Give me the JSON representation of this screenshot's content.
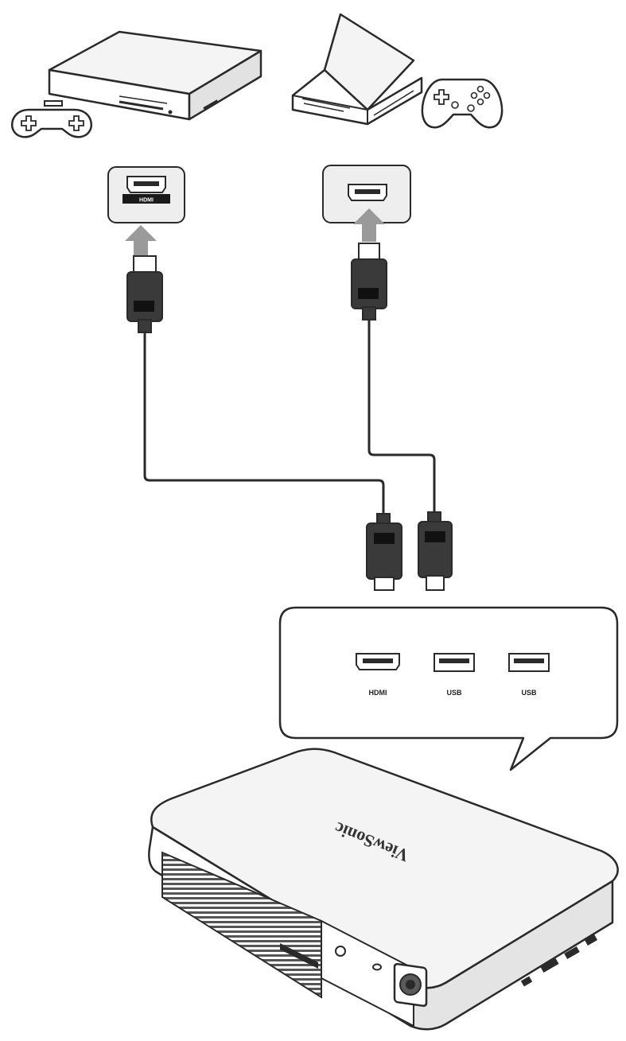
{
  "colors": {
    "outline": "#2a2a2a",
    "plug_dark": "#3a3a3a",
    "arrow": "#9a9a9a",
    "port_box_fill": "#eeeeee",
    "device_fill": "#f4f4f4"
  },
  "source_devices": [
    {
      "name": "game-console",
      "icons": [
        "console-icon",
        "gamepad-icon"
      ]
    },
    {
      "name": "laptop",
      "icons": [
        "laptop-icon",
        "gamepad-icon"
      ]
    }
  ],
  "source_ports": {
    "left_port_label": "HDMI"
  },
  "projector": {
    "brand_logo": "ViewSonic",
    "port_labels": [
      "HDMI",
      "USB",
      "USB"
    ]
  }
}
